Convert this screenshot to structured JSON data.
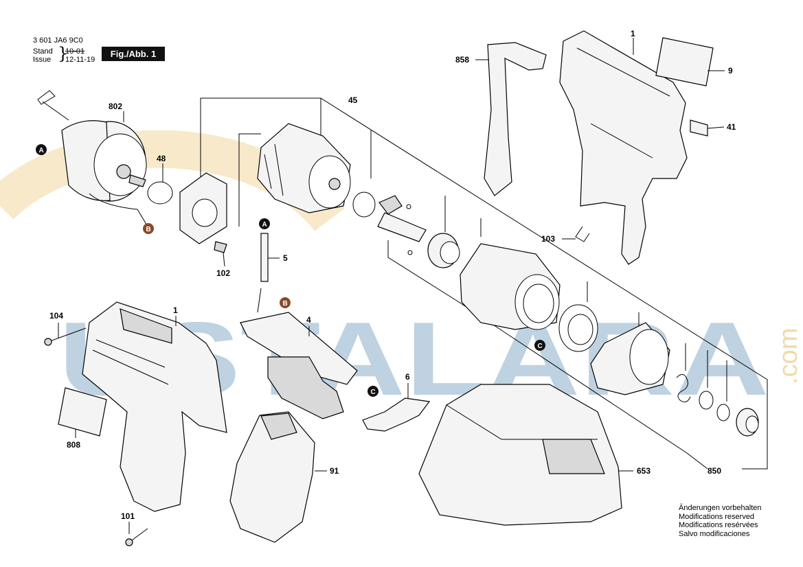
{
  "header": {
    "part_number": "3 601 JA6 9C0",
    "stand_label": "Stand",
    "issue_label": "Issue",
    "stand_value": "10-01",
    "issue_value": "12-11-19",
    "figure_tag": "Fig./Abb. 1"
  },
  "watermark": {
    "text": "USTALARA",
    "suffix": ".com"
  },
  "labels": {
    "p802": "802",
    "p48": "48",
    "p45": "45",
    "p858": "858",
    "p1_top": "1",
    "p9": "9",
    "p41": "41",
    "p103": "103",
    "p102": "102",
    "p5": "5",
    "p104": "104",
    "p1_left": "1",
    "p4": "4",
    "p6": "6",
    "p808": "808",
    "p91": "91",
    "p653": "653",
    "p850": "850",
    "p101": "101"
  },
  "markers": {
    "a": "A",
    "b": "B",
    "c": "C"
  },
  "notes": [
    "Änderungen vorbehalten",
    "Modifications reserved",
    "Modifications resérvées",
    "Salvo modificaciones"
  ]
}
